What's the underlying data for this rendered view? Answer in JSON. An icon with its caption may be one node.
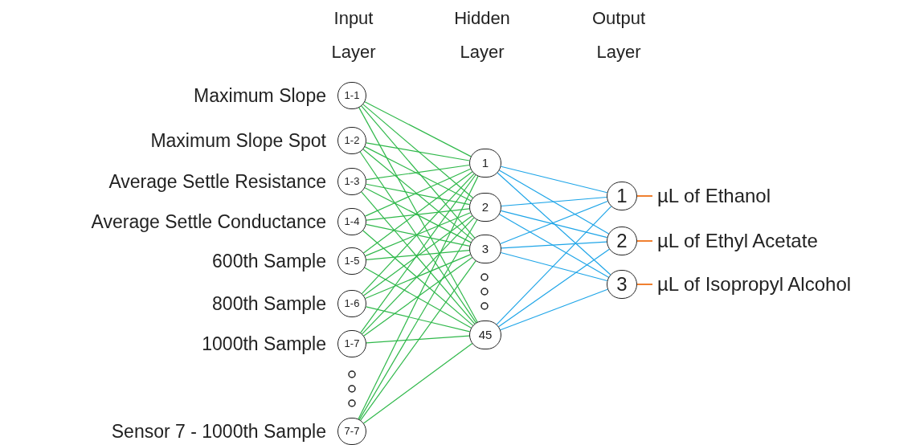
{
  "diagram": {
    "nodes": [
      {
        "text": [
          "1-1"
        ],
        "beside": [
          "Maximum Slope"
        ]
      },
      {
        "text": [
          "1-2"
        ],
        "beside": [
          "Maximum Slope Spot"
        ]
      },
      {
        "text": [
          "1-3"
        ],
        "beside": [
          "Average Settle Resistance"
        ]
      },
      {
        "text": [
          "1-4"
        ],
        "beside": [
          "Average Settle Conductance"
        ]
      },
      {
        "text": [
          "1-5"
        ],
        "beside": [
          "600th Sample"
        ]
      },
      {
        "text": [
          "1-6"
        ],
        "beside": [
          "800th Sample"
        ]
      },
      {
        "text": [
          "1-7"
        ],
        "beside": [
          "1000th Sample"
        ]
      },
      {
        "text": [
          "7-7"
        ],
        "beside": [
          "Sensor 7 - 1000th Sample"
        ]
      },
      {
        "text": [
          "1"
        ]
      },
      {
        "text": [
          "2"
        ]
      },
      {
        "text": [
          "3"
        ]
      },
      {
        "text": [
          "45"
        ]
      },
      {
        "text": [
          "1"
        ]
      },
      {
        "text": [
          "2"
        ]
      },
      {
        "text": [
          "3"
        ]
      },
      {
        "text": [
          "µL of Ethanol"
        ]
      },
      {
        "text": [
          "µL of Ethyl Acetate"
        ]
      },
      {
        "text": [
          "µL of Isopropyl Alcohol"
        ]
      }
    ],
    "edges": [
      {
        "from": 0,
        "to": 8,
        "arrow": "none"
      },
      {
        "from": 0,
        "to": 9,
        "arrow": "none"
      },
      {
        "from": 0,
        "to": 10,
        "arrow": "none"
      },
      {
        "from": 0,
        "to": 11,
        "arrow": "none"
      },
      {
        "from": 1,
        "to": 8,
        "arrow": "none"
      },
      {
        "from": 1,
        "to": 9,
        "arrow": "none"
      },
      {
        "from": 1,
        "to": 10,
        "arrow": "none"
      },
      {
        "from": 1,
        "to": 11,
        "arrow": "none"
      },
      {
        "from": 2,
        "to": 8,
        "arrow": "none"
      },
      {
        "from": 2,
        "to": 9,
        "arrow": "none"
      },
      {
        "from": 2,
        "to": 10,
        "arrow": "none"
      },
      {
        "from": 2,
        "to": 11,
        "arrow": "none"
      },
      {
        "from": 3,
        "to": 8,
        "arrow": "none"
      },
      {
        "from": 3,
        "to": 9,
        "arrow": "none"
      },
      {
        "from": 3,
        "to": 10,
        "arrow": "none"
      },
      {
        "from": 3,
        "to": 11,
        "arrow": "none"
      },
      {
        "from": 4,
        "to": 8,
        "arrow": "none"
      },
      {
        "from": 4,
        "to": 9,
        "arrow": "none"
      },
      {
        "from": 4,
        "to": 10,
        "arrow": "none"
      },
      {
        "from": 4,
        "to": 11,
        "arrow": "none"
      },
      {
        "from": 5,
        "to": 8,
        "arrow": "none"
      },
      {
        "from": 5,
        "to": 9,
        "arrow": "none"
      },
      {
        "from": 5,
        "to": 10,
        "arrow": "none"
      },
      {
        "from": 5,
        "to": 11,
        "arrow": "none"
      },
      {
        "from": 6,
        "to": 8,
        "arrow": "none"
      },
      {
        "from": 6,
        "to": 9,
        "arrow": "none"
      },
      {
        "from": 6,
        "to": 10,
        "arrow": "none"
      },
      {
        "from": 6,
        "to": 11,
        "arrow": "none"
      },
      {
        "from": 7,
        "to": 8,
        "arrow": "none"
      },
      {
        "from": 7,
        "to": 9,
        "arrow": "none"
      },
      {
        "from": 7,
        "to": 10,
        "arrow": "none"
      },
      {
        "from": 7,
        "to": 11,
        "arrow": "none"
      },
      {
        "from": 8,
        "to": 12,
        "arrow": "none",
        "color": "#1ea5e8"
      },
      {
        "from": 8,
        "to": 13,
        "arrow": "none",
        "color": "#1ea5e8"
      },
      {
        "from": 8,
        "to": 14,
        "arrow": "none",
        "color": "#1ea5e8"
      },
      {
        "from": 9,
        "to": 12,
        "arrow": "none",
        "color": "#1ea5e8"
      },
      {
        "from": 9,
        "to": 13,
        "arrow": "none",
        "color": "#1ea5e8"
      },
      {
        "from": 9,
        "to": 14,
        "arrow": "none",
        "color": "#1ea5e8"
      },
      {
        "from": 10,
        "to": 12,
        "arrow": "none",
        "color": "#1ea5e8"
      },
      {
        "from": 10,
        "to": 13,
        "arrow": "none",
        "color": "#1ea5e8"
      },
      {
        "from": 10,
        "to": 14,
        "arrow": "none",
        "color": "#1ea5e8"
      },
      {
        "from": 11,
        "to": 12,
        "arrow": "none",
        "color": "#1ea5e8"
      },
      {
        "from": 11,
        "to": 13,
        "arrow": "none",
        "color": "#1ea5e8"
      },
      {
        "from": 11,
        "to": 14,
        "arrow": "none",
        "color": "#1ea5e8"
      },
      {
        "from": 12,
        "to": 15,
        "arrow": "none",
        "color": "#f08030"
      },
      {
        "from": 13,
        "to": 16,
        "arrow": "none",
        "color": "#f08030"
      },
      {
        "from": 14,
        "to": 17,
        "arrow": "none",
        "color": "#f08030"
      }
    ],
    "labels": [
      "Input Layer",
      "Hidden Layer",
      "Output Layer"
    ]
  }
}
